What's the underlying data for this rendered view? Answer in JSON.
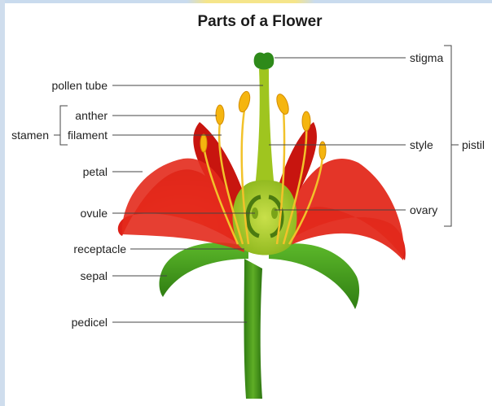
{
  "title": "Parts of a Flower",
  "labels": {
    "stigma": "stigma",
    "pollen_tube": "pollen tube",
    "anther": "anther",
    "stamen": "stamen",
    "filament": "filament",
    "style": "style",
    "pistil": "pistil",
    "petal": "petal",
    "ovule": "ovule",
    "ovary": "ovary",
    "receptacle": "receptacle",
    "sepal": "sepal",
    "pedicel": "pedicel"
  },
  "colors": {
    "petal_red": "#e8241b",
    "petal_dark": "#a80f0c",
    "sepal_green": "#3f9a1c",
    "pistil_green": "#9fc51f",
    "anther_yellow": "#f5b50f",
    "filament_yellow": "#f2c22a"
  }
}
